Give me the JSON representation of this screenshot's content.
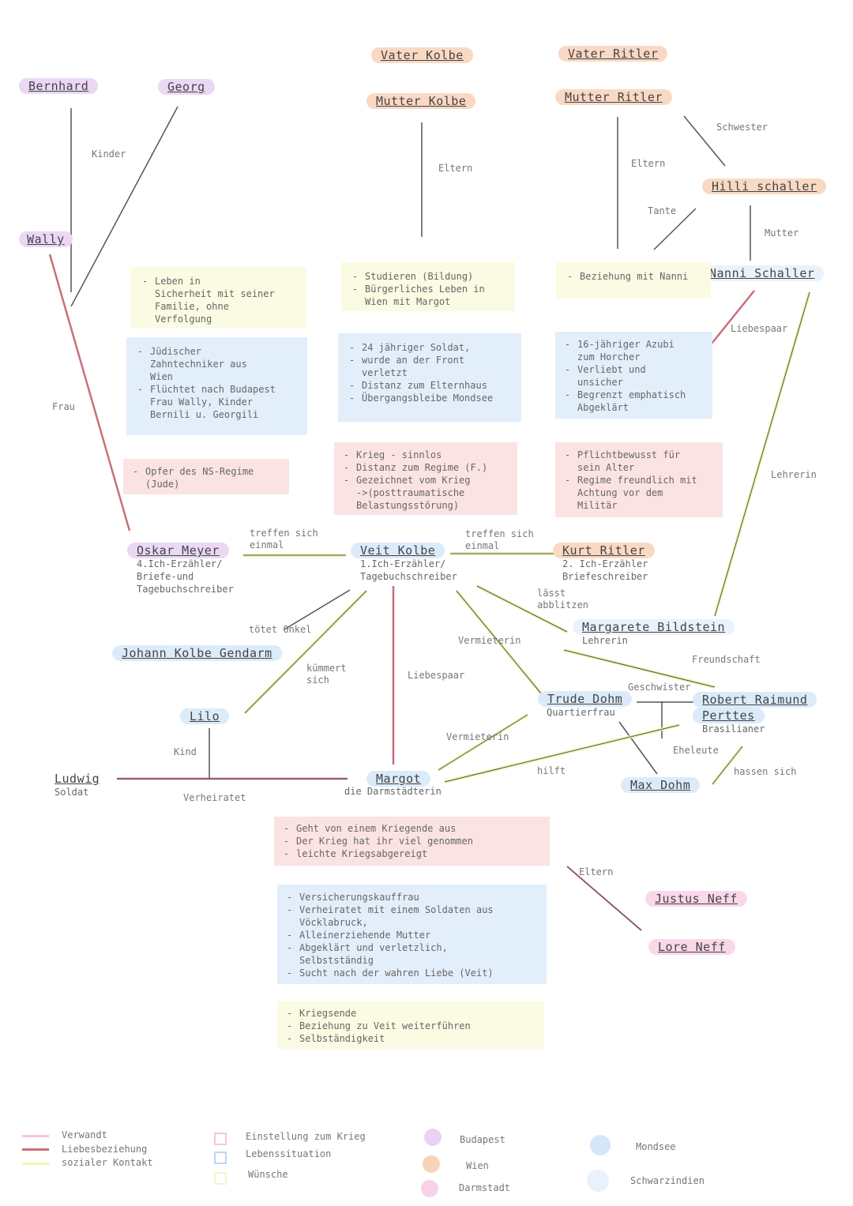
{
  "nodes": {
    "bernhard": "Bernhard",
    "georg": "Georg",
    "wally": "Wally",
    "vater_kolbe": "Vater Kolbe",
    "mutter_kolbe": "Mutter Kolbe",
    "vater_ritler": "Vater Ritler",
    "mutter_ritler": "Mutter Ritler",
    "hilli_schaller": "Hilli schaller",
    "nanni_schaller": "Nanni Schaller",
    "oskar_meyer": "Oskar Meyer",
    "veit_kolbe": "Veit Kolbe",
    "kurt_ritler": "Kurt Ritler",
    "margarete_bildstein": "Margarete Bildstein",
    "johann_kolbe": "Johann Kolbe Gendarm",
    "lilo": "Lilo",
    "trude_dohm": "Trude Dohm",
    "robert_raimund": "Robert Raimund",
    "perttes": "Perttes",
    "ludwig": "Ludwig",
    "margot": "Margot",
    "max_dohm": "Max Dohm",
    "justus_neff": "Justus Neff",
    "lore_neff": "Lore Neff"
  },
  "subtitles": {
    "oskar": [
      "4.Ich-Erzähler/",
      "Briefe-und",
      "Tagebuchschreiber"
    ],
    "veit": [
      "1.Ich-Erzähler/",
      "Tagebuchschreiber"
    ],
    "kurt": [
      "2. Ich-Erzähler",
      "Briefeschreiber"
    ],
    "margarete": "Lehrerin",
    "trude": "Quartierfrau",
    "robert": "Brasilianer",
    "ludwig": "Soldat",
    "margot": "die Darmstädterin"
  },
  "labels": {
    "kinder": "Kinder",
    "frau": "Frau",
    "eltern1": "Eltern",
    "eltern2": "Eltern",
    "schwester": "Schwester",
    "tante": "Tante",
    "mutter": "Mutter",
    "liebespaar1": "Liebespaar",
    "lehrerin": "Lehrerin",
    "treffen_oskar": [
      "treffen sich",
      "einmal"
    ],
    "treffen_kurt": [
      "treffen sich",
      "einmal"
    ],
    "laesst_abblitzen": [
      "lässt",
      "abblitzen"
    ],
    "toetet_onkel": "tötet Onkel",
    "kuemmert_sich": [
      "kümmert",
      "sich"
    ],
    "liebespaar2": "Liebespaar",
    "vermieterin1": "Vermieterin",
    "freundschaft": "Freundschaft",
    "geschwister": "Geschwister",
    "kind": "Kind",
    "vermieterin2": "Vermieterin",
    "eheleute": "Eheleute",
    "hilft": "hilft",
    "hassen_sich": "hassen sich",
    "verheiratet": "Verheiratet",
    "eltern3": "Eltern"
  },
  "boxes": {
    "oskar_wuensche": [
      "Leben in\nSicherheit mit seiner\nFamilie, ohne\nVerfolgung"
    ],
    "oskar_lebens": [
      "Jüdischer\nZahntechniker aus\nWien",
      "Flüchtet nach Budapest\nFrau Wally, Kinder\nBernili u. Georgili"
    ],
    "oskar_krieg": [
      "Opfer des NS-Regime\n(Jude)"
    ],
    "veit_wuensche": [
      "Studieren (Bildung)",
      "Bürgerliches Leben in\nWien mit Margot"
    ],
    "veit_lebens": [
      "24 jähriger Soldat,",
      "wurde an der Front\nverletzt",
      "Distanz zum Elternhaus",
      "Übergangsbleibe Mondsee"
    ],
    "veit_krieg": [
      "Krieg - sinnlos",
      "Distanz zum Regime (F.)",
      "Gezeichnet vom Krieg\n->(posttraumatische\nBelastungsstörung)"
    ],
    "kurt_wuensche": [
      "Beziehung mit Nanni"
    ],
    "kurt_lebens": [
      "16-jähriger Azubi\nzum Horcher",
      "Verliebt und\nunsicher",
      "Begrenzt emphatisch\nAbgeklärt"
    ],
    "kurt_krieg": [
      "Pflichtbewusst für\nsein Alter",
      "Regime freundlich mit\nAchtung vor dem\nMilitär"
    ],
    "margot_krieg": [
      "Geht von einem Kriegende aus",
      "Der Krieg hat ihr viel genommen",
      "leichte Kriegsabgereigt"
    ],
    "margot_lebens": [
      "Versicherungskauffrau",
      "Verheiratet mit einem Soldaten aus\nVöcklabruck,",
      "Alleinerziehende Mutter",
      "Abgeklärt und verletzlich,\nSelbstständig",
      "Sucht nach der wahren Liebe (Veit)"
    ],
    "margot_wuensche": [
      "Kriegsende",
      "Beziehung zu Veit weiterführen",
      "Selbständigkeit"
    ]
  },
  "legend": {
    "lines": [
      "Verwandt",
      "Liebesbeziehung",
      "sozialer Kontakt"
    ],
    "squares": [
      "Einstellung zum Krieg",
      "Lebenssituation",
      "Wünsche"
    ],
    "places_a": [
      "Budapest",
      "Wien",
      "Darmstadt"
    ],
    "places_b": [
      "Mondsee",
      "Schwarzindien"
    ]
  },
  "colors": {
    "verwandt": "#f7c6dd",
    "liebe": "#c8707a",
    "sozial": "#eef5b0",
    "krieg": "#f6c9c9",
    "lebens": "#bcd6f3",
    "wuensche": "#f2f4cf",
    "budapest": "#e9d2f6",
    "wien": "#f8d3b8",
    "darmstadt": "#f8d2e7",
    "mondsee": "#d4e6fa",
    "schwarzindien": "#e9f2fc"
  }
}
